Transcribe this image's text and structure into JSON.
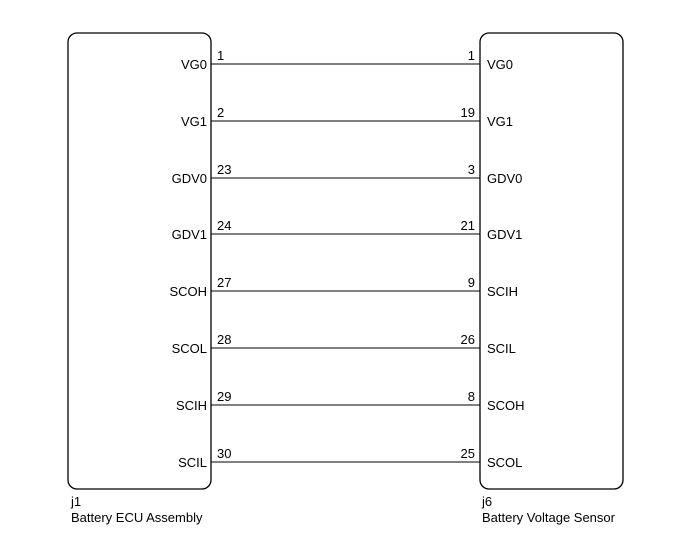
{
  "left_component": {
    "connector_code": "j1",
    "name": "Battery ECU Assembly"
  },
  "right_component": {
    "connector_code": "j6",
    "name": "Battery Voltage Sensor"
  },
  "wires": [
    {
      "left_pin": "1",
      "left_label": "VG0",
      "right_pin": "1",
      "right_label": "VG0"
    },
    {
      "left_pin": "2",
      "left_label": "VG1",
      "right_pin": "19",
      "right_label": "VG1"
    },
    {
      "left_pin": "23",
      "left_label": "GDV0",
      "right_pin": "3",
      "right_label": "GDV0"
    },
    {
      "left_pin": "24",
      "left_label": "GDV1",
      "right_pin": "21",
      "right_label": "GDV1"
    },
    {
      "left_pin": "27",
      "left_label": "SCOH",
      "right_pin": "9",
      "right_label": "SCIH"
    },
    {
      "left_pin": "28",
      "left_label": "SCOL",
      "right_pin": "26",
      "right_label": "SCIL"
    },
    {
      "left_pin": "29",
      "left_label": "SCIH",
      "right_pin": "8",
      "right_label": "SCOH"
    },
    {
      "left_pin": "30",
      "left_label": "SCIL",
      "right_pin": "25",
      "right_label": "SCOL"
    }
  ]
}
